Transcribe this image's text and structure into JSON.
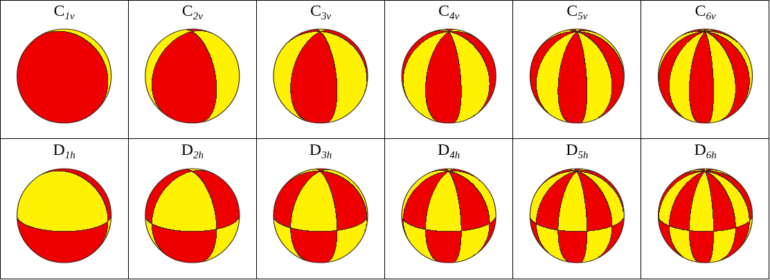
{
  "diagram": {
    "labels": [
      "C1v",
      "C2v",
      "C3v",
      "C4v",
      "C5v",
      "C6v",
      "D1h",
      "D2h",
      "D3h",
      "D4h",
      "D5h",
      "D6h"
    ]
  }
}
